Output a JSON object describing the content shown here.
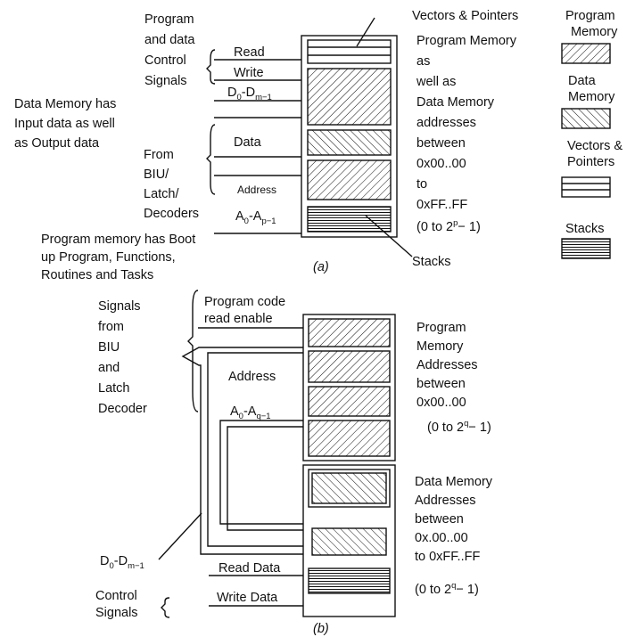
{
  "part_a": {
    "caption": "(a)",
    "ctrl_signals": [
      "Program",
      "and data",
      "Control",
      "Signals"
    ],
    "read": "Read",
    "write": "Write",
    "data_bus": {
      "main": "D",
      "s1": "0",
      "mid": "-D",
      "s2": "m−1"
    },
    "data_memory_note": [
      "Data Memory has",
      "Input data as well",
      "as Output data"
    ],
    "data": "Data",
    "from_biu": [
      "From",
      "BIU/",
      "Latch/",
      "Decoders"
    ],
    "address": "Address",
    "addr_bus": {
      "main": "A",
      "s1": "0",
      "mid": "-A",
      "s2": "p−1"
    },
    "program_note": [
      "Program memory has Boot",
      "up Program, Functions,",
      "Routines and Tasks"
    ],
    "vectors_pointers": "Vectors & Pointers",
    "memory_desc": [
      "Program Memory",
      "as",
      "well as",
      "Data Memory",
      "addresses",
      "between",
      "0x00..00",
      "to",
      "0xFF..FF"
    ],
    "range": {
      "pre": "(0 to 2",
      "sup": "p",
      "post": "− 1)"
    },
    "stacks": "Stacks"
  },
  "legend": {
    "program_memory": [
      "Program",
      "Memory"
    ],
    "data_memory": [
      "Data",
      "Memory"
    ],
    "vectors_pointers": [
      "Vectors &",
      "Pointers"
    ],
    "stacks": "Stacks"
  },
  "part_b": {
    "caption": "(b)",
    "signals": [
      "Signals",
      "from",
      "BIU",
      "and",
      "Latch",
      "Decoder"
    ],
    "program_read": [
      "Program code",
      "read enable"
    ],
    "address": "Address",
    "addr_bus": {
      "main": "A",
      "s1": "0",
      "mid": "-A",
      "s2": "q−1"
    },
    "data_bus": {
      "main": "D",
      "s1": "0",
      "mid": "-D",
      "s2": "m−1"
    },
    "ctrl_signals": [
      "Control",
      "Signals"
    ],
    "read_data": "Read Data",
    "write_data": "Write Data",
    "program_memory_desc": [
      "Program",
      "Memory",
      "Addresses",
      "between",
      "0x00..00"
    ],
    "program_range": {
      "pre": "(0 to 2",
      "sup": "q",
      "post": "− 1)"
    },
    "data_memory_desc": [
      "Data Memory",
      "Addresses",
      "between",
      "0x.00..00",
      "to 0xFF..FF"
    ],
    "data_range": {
      "pre": "(0 to 2",
      "sup": "q",
      "post": "− 1)"
    }
  },
  "colors": {
    "ink": "#111111",
    "background": "#ffffff"
  }
}
